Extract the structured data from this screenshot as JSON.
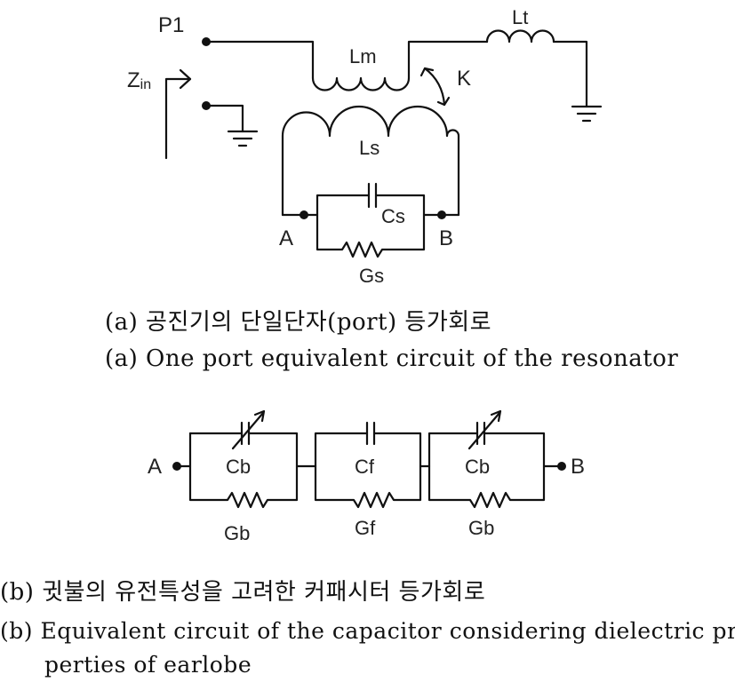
{
  "diagram_a": {
    "labels": {
      "p1": "P1",
      "zin_main": "Z",
      "zin_sub": "in",
      "lm": "Lm",
      "lt": "Lt",
      "k": "K",
      "ls": "Ls",
      "cs": "Cs",
      "gs": "Gs",
      "a": "A",
      "b": "B"
    },
    "caption_ko": "(a) 공진기의 단일단자(port) 등가회로",
    "caption_en": "(a) One port equivalent circuit of the resonator"
  },
  "diagram_b": {
    "labels": {
      "a": "A",
      "b": "B",
      "cb1": "Cb",
      "cf": "Cf",
      "cb2": "Cb",
      "gb1": "Gb",
      "gf": "Gf",
      "gb2": "Gb"
    },
    "caption_ko": "(b) 귓불의 유전특성을 고려한 커패시터 등가회로",
    "caption_en_line1": "(b) Equivalent circuit of the capacitor considering dielectric pro-",
    "caption_en_line2": "perties of earlobe"
  }
}
